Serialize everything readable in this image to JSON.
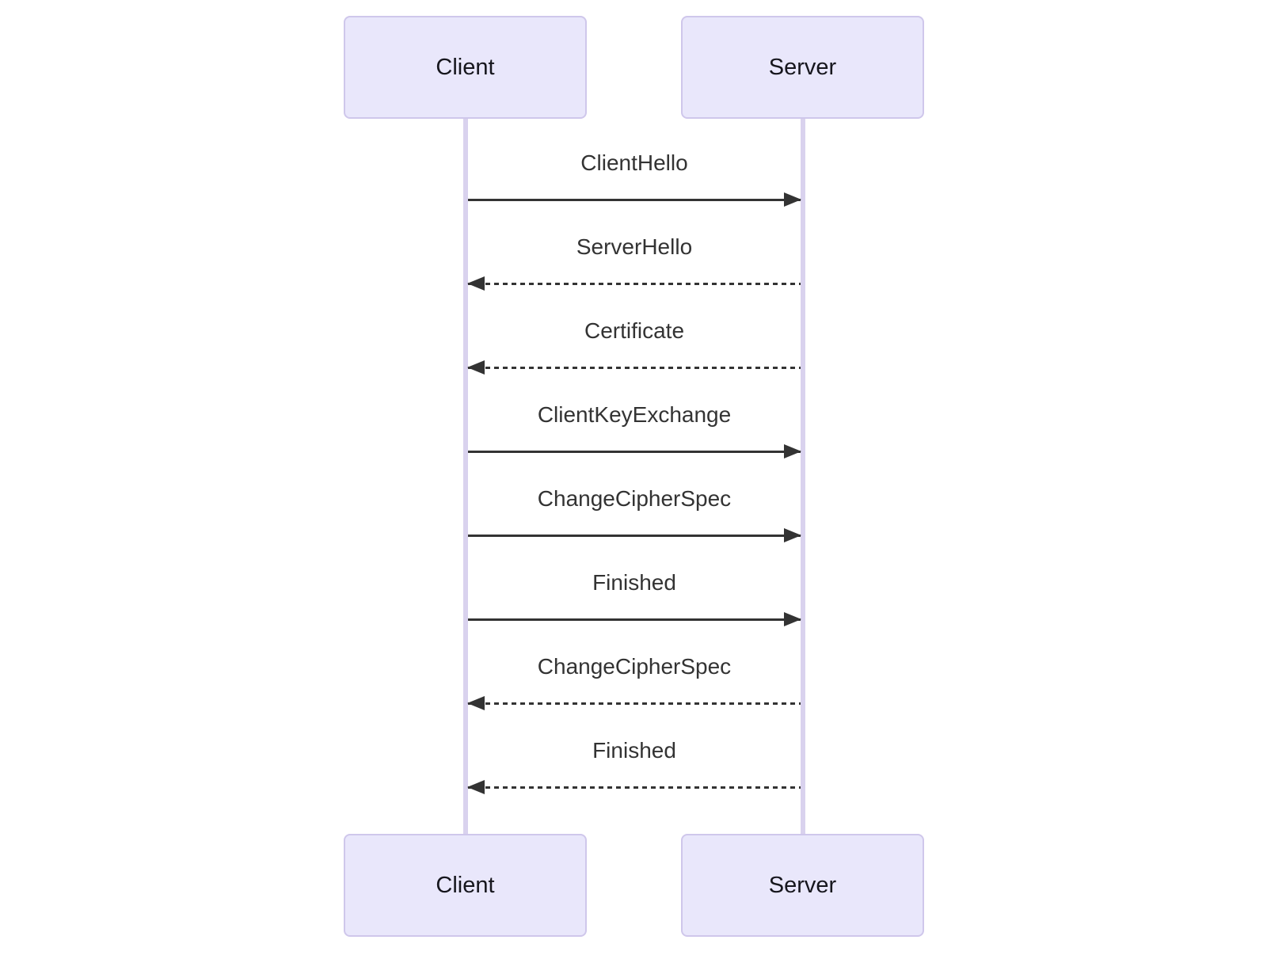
{
  "diagram": {
    "type": "sequence-diagram",
    "topic": "TLS handshake between Client and Server",
    "actors": [
      {
        "name": "Client"
      },
      {
        "name": "Server"
      }
    ],
    "messages": [
      {
        "label": "ClientHello",
        "from": "Client",
        "to": "Server",
        "line": "solid",
        "direction": "right"
      },
      {
        "label": "ServerHello",
        "from": "Server",
        "to": "Client",
        "line": "dashed",
        "direction": "left"
      },
      {
        "label": "Certificate",
        "from": "Server",
        "to": "Client",
        "line": "dashed",
        "direction": "left"
      },
      {
        "label": "ClientKeyExchange",
        "from": "Client",
        "to": "Server",
        "line": "solid",
        "direction": "right"
      },
      {
        "label": "ChangeCipherSpec",
        "from": "Client",
        "to": "Server",
        "line": "solid",
        "direction": "right"
      },
      {
        "label": "Finished",
        "from": "Client",
        "to": "Server",
        "line": "solid",
        "direction": "right"
      },
      {
        "label": "ChangeCipherSpec",
        "from": "Server",
        "to": "Client",
        "line": "dashed",
        "direction": "left"
      },
      {
        "label": "Finished",
        "from": "Server",
        "to": "Client",
        "line": "dashed",
        "direction": "left"
      }
    ],
    "colors": {
      "background": "#ffffff",
      "actor_fill": "#e9e7fb",
      "actor_border": "#cfc7eb",
      "lifeline": "#d9d2ee",
      "arrow": "#333333",
      "message_text": "#333333",
      "actor_text": "#16161d"
    }
  }
}
